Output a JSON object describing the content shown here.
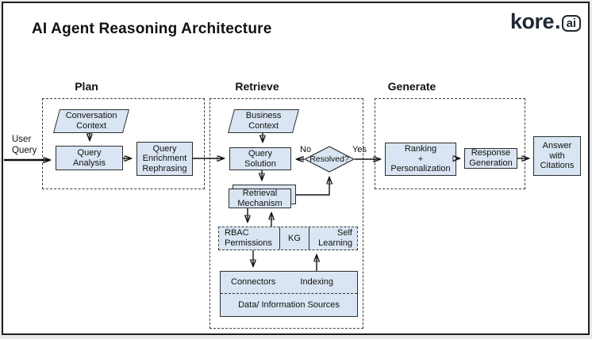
{
  "title": "AI Agent Reasoning Architecture",
  "logo": {
    "brand": "kore",
    "dot": ".",
    "tld": "ai"
  },
  "colors": {
    "node_fill": "#d9e5f2",
    "node_border": "#2d2d2d",
    "logo_navy": "#1e2733"
  },
  "flow": {
    "input_label": "User\nQuery",
    "decision_no": "No",
    "decision_yes": "Yes"
  },
  "sections": {
    "plan": {
      "heading": "Plan",
      "nodes": {
        "conversation_context": "Conversation\nContext",
        "query_analysis": "Query\nAnalysis",
        "query_enrichment": "Query\nEnrichment\nRephrasing"
      }
    },
    "retrieve": {
      "heading": "Retrieve",
      "nodes": {
        "business_context": "Business\nContext",
        "query_solution": "Query\nSolution",
        "resolved": "Resolved?",
        "retrieval_mechanism": "Retrieval\nMechanism",
        "rbac_permissions": "RBAC\nPermissions",
        "kg": "KG",
        "self_learning": "Self\nLearning",
        "connectors": "Connectors",
        "indexing": "Indexing",
        "data_sources": "Data/ Information Sources"
      }
    },
    "generate": {
      "heading": "Generate",
      "nodes": {
        "ranking_personalization": "Ranking\n+\nPersonalization",
        "response_generation": "Response\nGeneration"
      }
    }
  },
  "output_node": "Answer\nwith\nCitations"
}
